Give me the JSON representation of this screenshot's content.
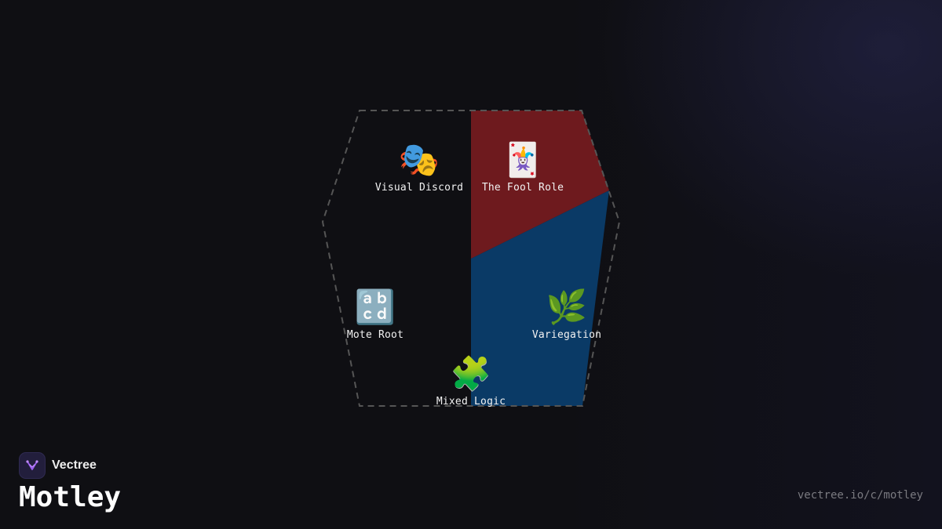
{
  "diagram": {
    "nodes": [
      {
        "id": "visual-discord",
        "icon": "performing-arts-masks-icon",
        "emoji": "🎭",
        "label": "Visual Discord"
      },
      {
        "id": "the-fool-role",
        "icon": "joker-card-icon",
        "emoji": "🃏",
        "label": "The Fool Role"
      },
      {
        "id": "mote-root",
        "icon": "abcd-letters-icon",
        "emoji": "🔡",
        "label": "Mote Root"
      },
      {
        "id": "variegation",
        "icon": "herb-leaf-icon",
        "emoji": "🌿",
        "label": "Variegation"
      },
      {
        "id": "mixed-logic",
        "icon": "puzzle-piece-icon",
        "emoji": "🧩",
        "label": "Mixed Logic"
      }
    ],
    "colors": {
      "red_region": "#6e1a1e",
      "blue_region": "#0a3a66",
      "outline": "#555555"
    }
  },
  "brand": {
    "name": "Vectree",
    "logo_icon": "vectree-logo-icon",
    "accent": "#9b5cf0"
  },
  "page": {
    "title": "Motley",
    "url": "vectree.io/c/motley"
  }
}
